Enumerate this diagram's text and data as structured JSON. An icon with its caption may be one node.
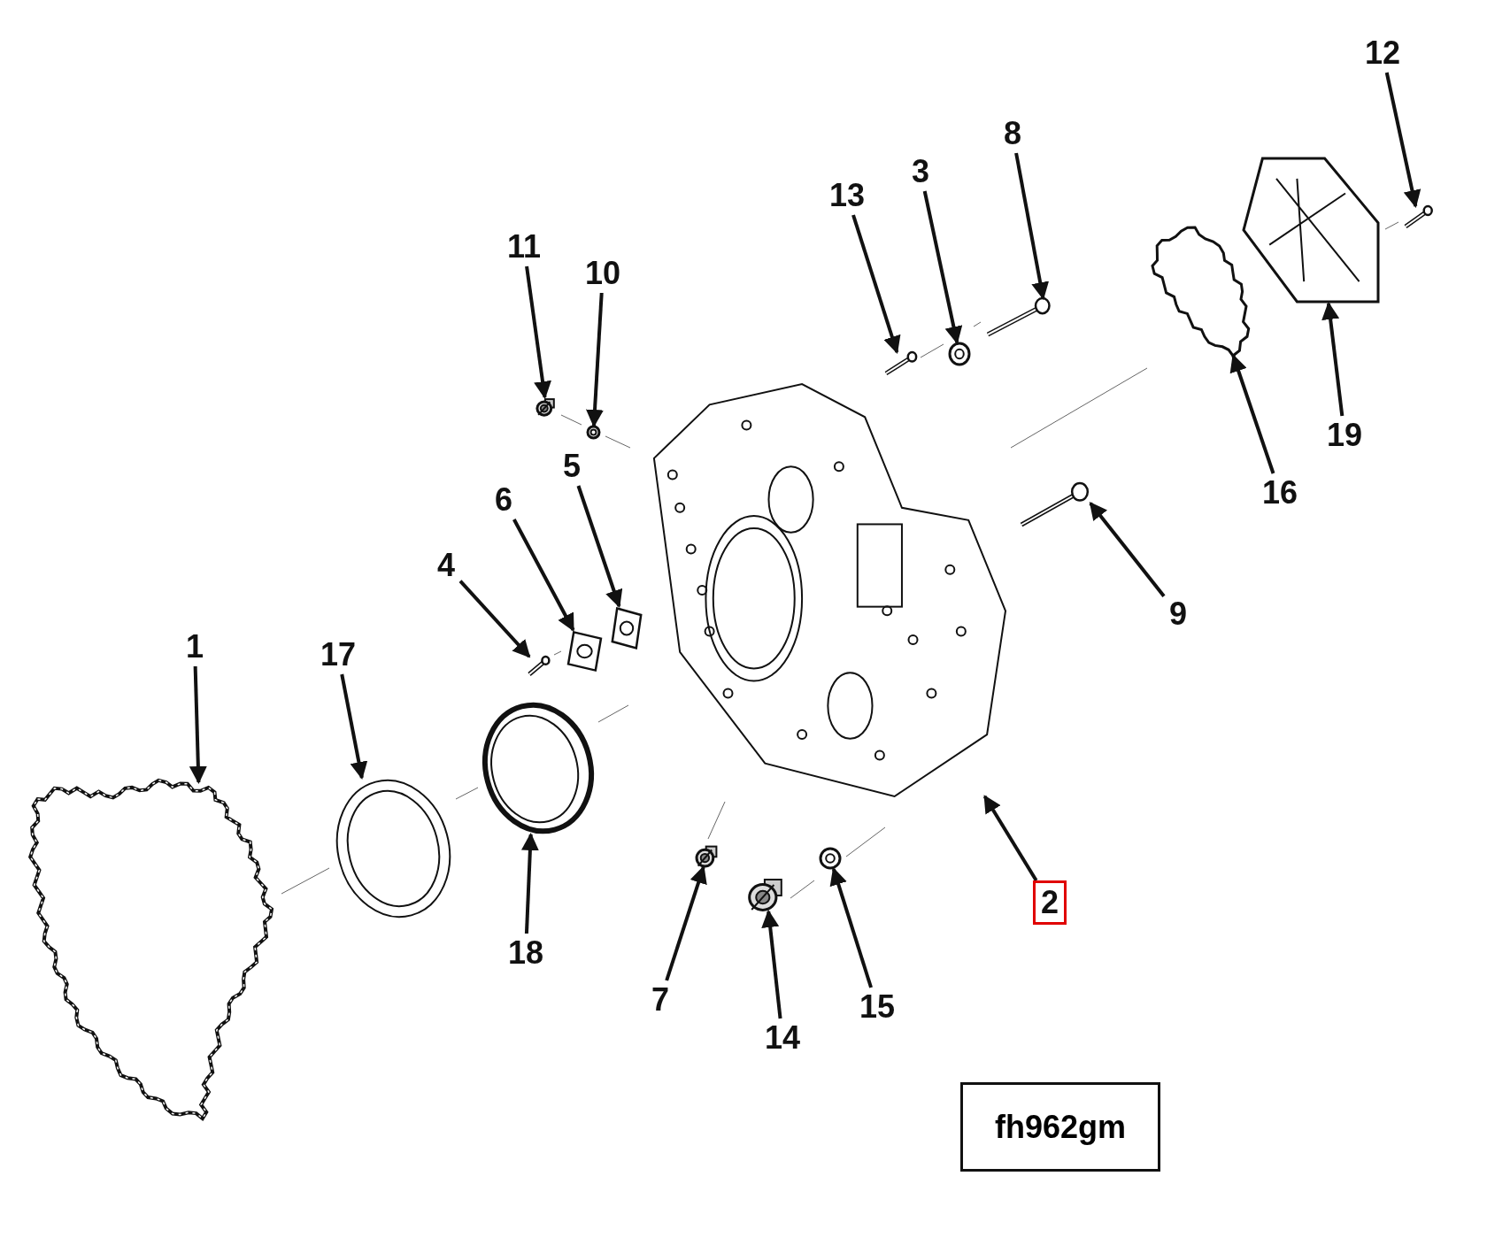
{
  "diagram": {
    "nodes": [
      {
        "text": [
          "1"
        ]
      },
      {
        "text": [
          "2"
        ]
      },
      {
        "text": [
          "3"
        ]
      },
      {
        "text": [
          "4"
        ]
      },
      {
        "text": [
          "5"
        ]
      },
      {
        "text": [
          "6"
        ]
      },
      {
        "text": [
          "7"
        ]
      },
      {
        "text": [
          "8"
        ]
      },
      {
        "text": [
          "9"
        ]
      },
      {
        "text": [
          "10"
        ]
      },
      {
        "text": [
          "11"
        ]
      },
      {
        "text": [
          "12"
        ]
      },
      {
        "text": [
          "13"
        ]
      },
      {
        "text": [
          "14"
        ]
      },
      {
        "text": [
          "15"
        ]
      },
      {
        "text": [
          "16"
        ]
      },
      {
        "text": [
          "17"
        ]
      },
      {
        "text": [
          "18"
        ]
      },
      {
        "text": [
          "19"
        ]
      },
      {
        "text": [],
        "shape": "picture"
      },
      {
        "text": [],
        "shape": "picture"
      },
      {
        "text": [],
        "shape": "picture"
      },
      {
        "text": [],
        "shape": "picture"
      },
      {
        "text": [],
        "shape": "picture"
      },
      {
        "text": [],
        "shape": "picture"
      },
      {
        "text": [],
        "shape": "picture"
      },
      {
        "text": [],
        "shape": "picture"
      },
      {
        "text": [],
        "shape": "picture"
      },
      {
        "text": [],
        "shape": "picture"
      },
      {
        "text": [],
        "shape": "picture"
      },
      {
        "text": [],
        "shape": "picture"
      },
      {
        "text": [],
        "shape": "picture"
      },
      {
        "text": [],
        "shape": "picture"
      },
      {
        "text": [],
        "shape": "picture"
      },
      {
        "text": [],
        "shape": "picture"
      },
      {
        "text": [],
        "shape": "picture"
      },
      {
        "text": [],
        "shape": "picture"
      },
      {
        "text": [],
        "shape": "picture"
      },
      {
        "text": [
          "fh962gm"
        ]
      }
    ],
    "edges": [
      {
        "from": 0,
        "to": 19,
        "arrow": "to"
      },
      {
        "from": 1,
        "to": 20,
        "arrow": "to"
      },
      {
        "from": 2,
        "to": 21,
        "arrow": "to"
      },
      {
        "from": 3,
        "to": 22,
        "arrow": "to"
      },
      {
        "from": 4,
        "to": 23,
        "arrow": "to"
      },
      {
        "from": 5,
        "to": 24,
        "arrow": "to"
      },
      {
        "from": 6,
        "to": 25,
        "arrow": "to"
      },
      {
        "from": 7,
        "to": 26,
        "arrow": "to"
      },
      {
        "from": 8,
        "to": 27,
        "arrow": "to"
      },
      {
        "from": 9,
        "to": 28,
        "arrow": "to"
      },
      {
        "from": 10,
        "to": 29,
        "arrow": "to"
      },
      {
        "from": 11,
        "to": 30,
        "arrow": "to"
      },
      {
        "from": 12,
        "to": 31,
        "arrow": "to"
      },
      {
        "from": 13,
        "to": 32,
        "arrow": "to"
      },
      {
        "from": 14,
        "to": 33,
        "arrow": "to"
      },
      {
        "from": 15,
        "to": 34,
        "arrow": "to"
      },
      {
        "from": 16,
        "to": 35,
        "arrow": "to"
      },
      {
        "from": 17,
        "to": 36,
        "arrow": "to"
      },
      {
        "from": 18,
        "to": 37,
        "arrow": "to"
      }
    ]
  }
}
